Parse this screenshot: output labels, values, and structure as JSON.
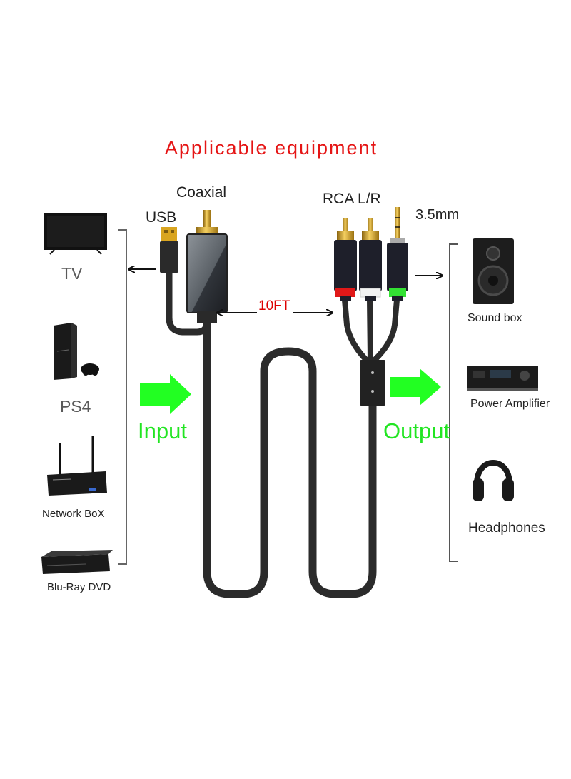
{
  "title": "Applicable equipment",
  "labels": {
    "coaxial": "Coaxial",
    "usb": "USB",
    "rca": "RCA L/R",
    "mm35": "3.5mm",
    "length": "10FT",
    "input": "Input",
    "output": "Output"
  },
  "input_devices": [
    {
      "label": "TV",
      "icon": "tv-icon"
    },
    {
      "label": "PS4",
      "icon": "ps4-console-icon"
    },
    {
      "label": "Network BoX",
      "icon": "network-box-router-icon"
    },
    {
      "label": "Blu-Ray DVD",
      "icon": "bluray-player-icon"
    }
  ],
  "output_devices": [
    {
      "label": "Sound box",
      "icon": "speaker-icon"
    },
    {
      "label": "Power Amplifier",
      "icon": "amplifier-icon"
    },
    {
      "label": "Headphones",
      "icon": "headphones-icon"
    }
  ],
  "colors": {
    "title": "#e51515",
    "green_arrow": "#22ff22",
    "length_label": "#dd0000",
    "cable": "#2b2b2b",
    "rca_red": "#e01818",
    "rca_white": "#f2f2f2",
    "jack_green": "#33e033",
    "gold": "#d9a520"
  }
}
